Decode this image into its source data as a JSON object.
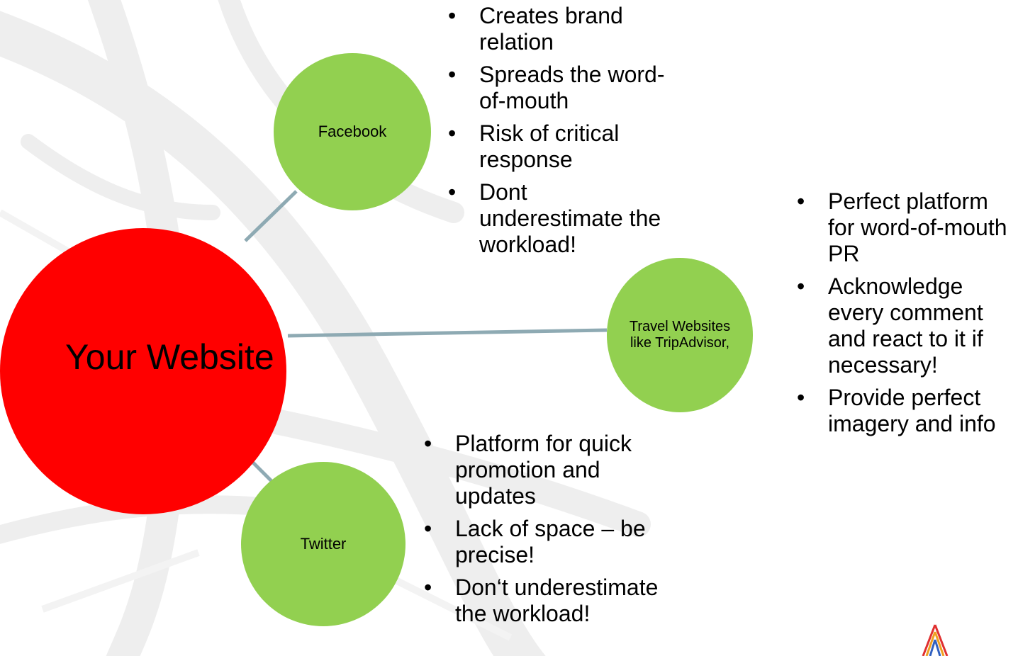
{
  "nodes": {
    "main": "Your Website",
    "facebook": "Facebook",
    "travel": "Travel Websites like TripAdvisor,",
    "twitter": "Twitter"
  },
  "facebook_points": [
    "Creates brand relation",
    "Spreads the word-of-mouth",
    "Risk of critical response",
    "Dont underestimate the workload!"
  ],
  "travel_points": [
    "Perfect platform for word-of-mouth PR",
    "Acknowledge every comment and react to it if necessary!",
    "Provide perfect imagery and info"
  ],
  "twitter_points": [
    "Platform for quick promotion and updates",
    "Lack of space – be precise!",
    "Don‘t underestimate the workload!"
  ],
  "colors": {
    "main_node": "#ff0000",
    "sub_nodes": "#92d050",
    "connector": "#8eaab3"
  }
}
